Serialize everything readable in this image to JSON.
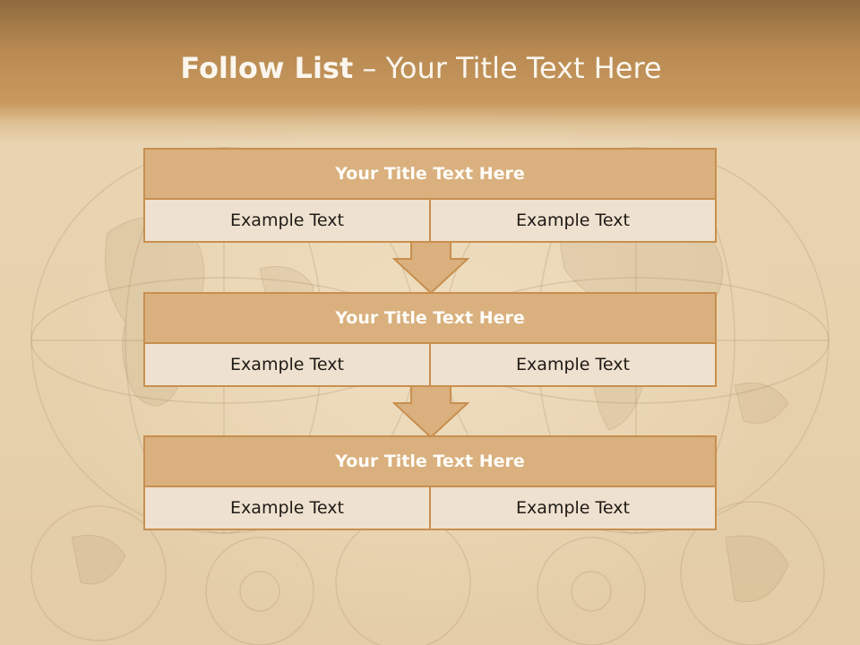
{
  "slide": {
    "title_bold": "Follow List",
    "title_rest": " – Your Title Text Here"
  },
  "steps": [
    {
      "title": "Your Title Text Here",
      "left": "Example Text",
      "right": "Example Text"
    },
    {
      "title": "Your Title Text Here",
      "left": "Example Text",
      "right": "Example Text"
    },
    {
      "title": "Your Title Text Here",
      "left": "Example Text",
      "right": "Example Text"
    }
  ],
  "icons": [
    "down-arrow-icon",
    "down-arrow-icon"
  ],
  "colors": {
    "header": "#b88a52",
    "box_border": "#c88f4f",
    "box_title_fill": "#d9b07e",
    "box_cell_fill": "#efe1cf",
    "arrow_fill": "#d9b07e"
  }
}
